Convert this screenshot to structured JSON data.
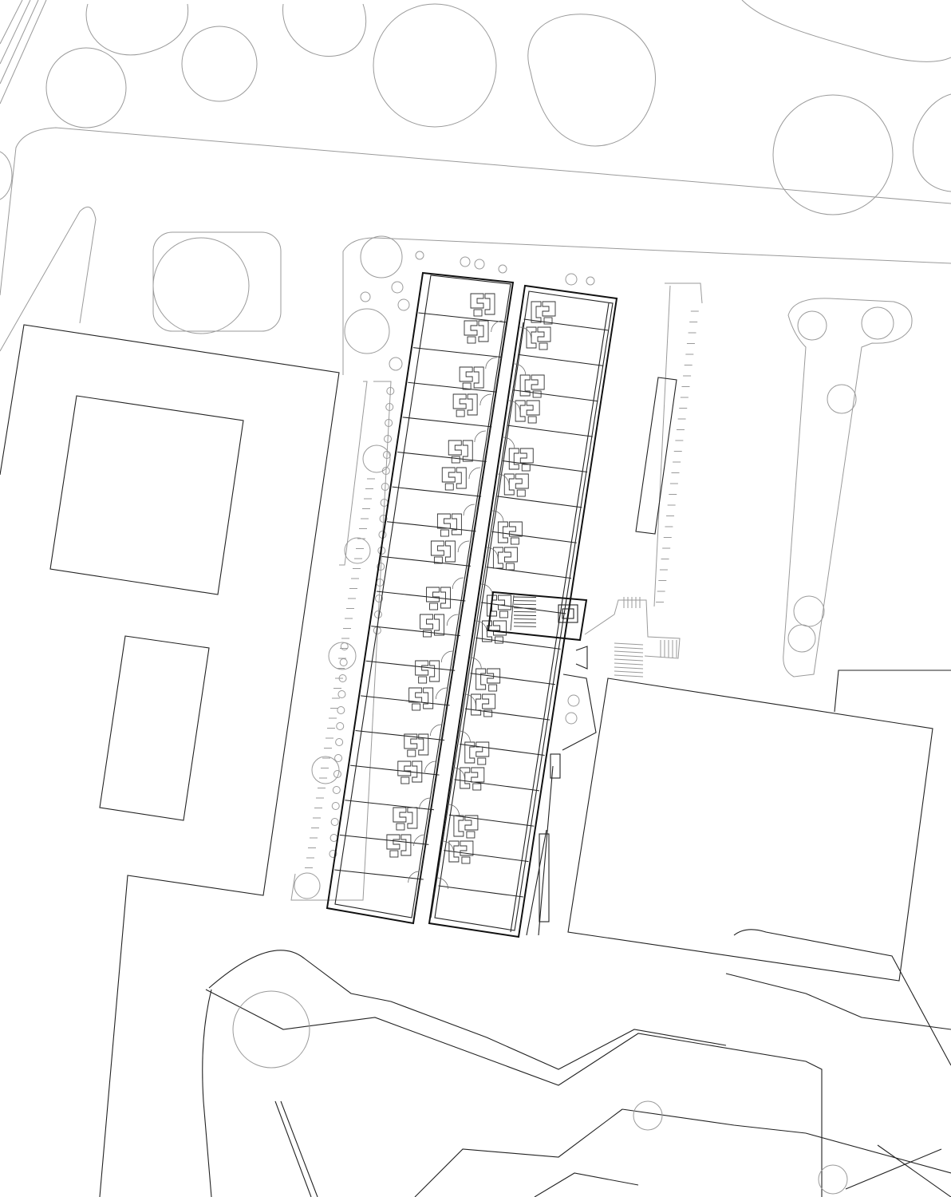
{
  "drawing": {
    "kind": "site-plan",
    "colors": {
      "paper": "#ffffff",
      "line": "#222222",
      "light_line": "#9a9a9a",
      "wall": "#111111"
    },
    "unit_rows_per_side": 8,
    "symbols": [
      "tree-canopy",
      "parking-stall",
      "stair",
      "unit-partition",
      "bathroom-pod",
      "door-swing"
    ]
  }
}
